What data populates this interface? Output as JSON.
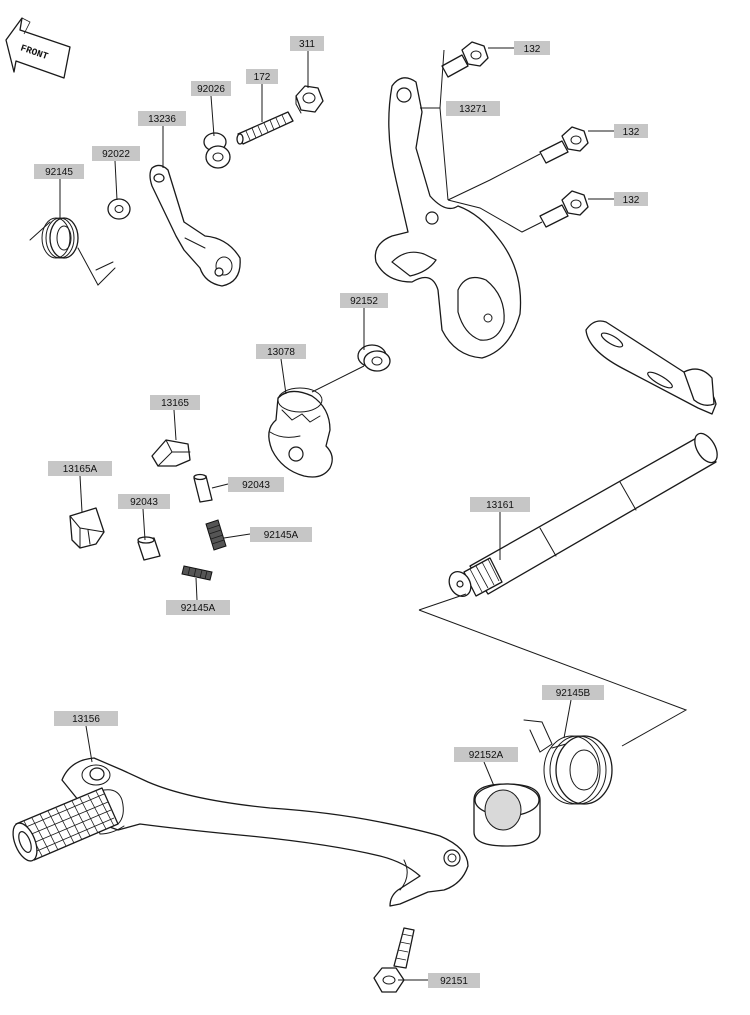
{
  "orientation": {
    "front_label": "FRONT"
  },
  "parts": {
    "p311": "311",
    "p172": "172",
    "p92026": "92026",
    "p13236": "13236",
    "p92022": "92022",
    "p92145": "92145",
    "p132a": "132",
    "p132b": "132",
    "p132c": "132",
    "p13271": "13271",
    "p92152": "92152",
    "p13078": "13078",
    "p13165": "13165",
    "p13165A": "13165A",
    "p92043a": "92043",
    "p92043b": "92043",
    "p92145Aa": "92145A",
    "p92145Ab": "92145A",
    "p13161": "13161",
    "p92145B": "92145B",
    "p13156": "13156",
    "p92152A": "92152A",
    "p92151": "92151"
  },
  "colors": {
    "label_fill": "#c6c6c6",
    "line": "#1a1a1a",
    "background": "#ffffff"
  }
}
